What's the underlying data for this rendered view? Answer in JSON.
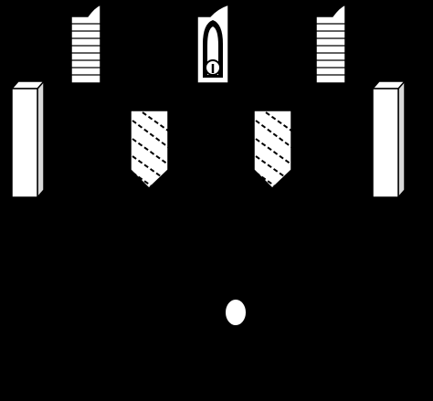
{
  "colors": {
    "background": "#000000",
    "sprite_fill": "#ffffff",
    "sprite_shade": "#d9d9d9",
    "outline": "#000000"
  },
  "sprites": [
    {
      "id": "top-left-block",
      "icon": "striped-block-icon"
    },
    {
      "id": "top-center-shield",
      "icon": "padlock-shield-icon"
    },
    {
      "id": "top-right-block",
      "icon": "striped-block-icon"
    },
    {
      "id": "left-pillar",
      "icon": "pillar-icon"
    },
    {
      "id": "center-left-banner",
      "icon": "hatched-banner-icon"
    },
    {
      "id": "center-right-banner",
      "icon": "hatched-banner-icon"
    },
    {
      "id": "right-pillar",
      "icon": "pillar-icon"
    },
    {
      "id": "player-ball",
      "icon": "ball-icon"
    }
  ]
}
